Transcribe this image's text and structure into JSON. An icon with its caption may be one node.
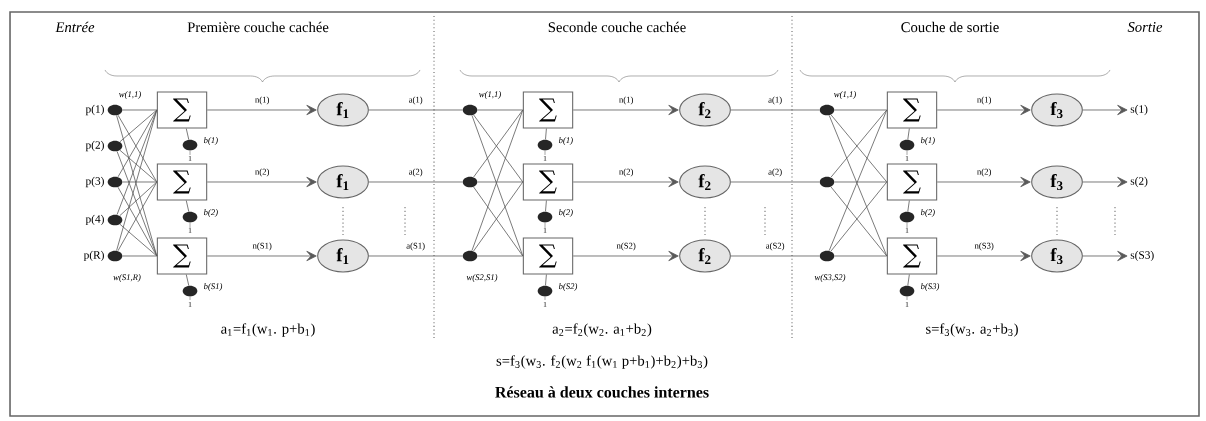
{
  "diagram": {
    "caption": "Réseau à deux couches internes",
    "nodes": [
      {
        "text": [],
        "shape": "circle",
        "beside": [
          "p(1)"
        ]
      },
      {
        "text": [],
        "shape": "circle",
        "beside": [
          "p(2)"
        ]
      },
      {
        "text": [],
        "shape": "circle",
        "beside": [
          "p(3)"
        ]
      },
      {
        "text": [],
        "shape": "circle",
        "beside": [
          "p(4)"
        ]
      },
      {
        "text": [],
        "shape": "circle",
        "beside": [
          "p(R)"
        ]
      },
      {
        "text": [
          "∑"
        ]
      },
      {
        "text": [
          "∑"
        ]
      },
      {
        "text": [
          "∑"
        ]
      },
      {
        "text": [],
        "shape": "circle",
        "beside": [
          "b(1)",
          "1"
        ]
      },
      {
        "text": [],
        "shape": "circle",
        "beside": [
          "b(2)",
          "1"
        ]
      },
      {
        "text": [],
        "shape": "circle",
        "beside": [
          "b(S1)",
          "1"
        ]
      },
      {
        "text": [
          "f$_{1}$"
        ]
      },
      {
        "text": [
          "f$_{1}$"
        ]
      },
      {
        "text": [
          "f$_{1}$"
        ]
      },
      {
        "text": [],
        "shape": "circle"
      },
      {
        "text": [],
        "shape": "circle"
      },
      {
        "text": [],
        "shape": "circle"
      },
      {
        "text": [
          "∑"
        ]
      },
      {
        "text": [
          "∑"
        ]
      },
      {
        "text": [
          "∑"
        ]
      },
      {
        "text": [],
        "shape": "circle",
        "beside": [
          "b(1)",
          "1"
        ]
      },
      {
        "text": [],
        "shape": "circle",
        "beside": [
          "b(2)",
          "1"
        ]
      },
      {
        "text": [],
        "shape": "circle",
        "beside": [
          "b(S2)",
          "1"
        ]
      },
      {
        "text": [
          "f$_{2}$"
        ]
      },
      {
        "text": [
          "f$_{2}$"
        ]
      },
      {
        "text": [
          "f$_{2}$"
        ]
      },
      {
        "text": [],
        "shape": "circle"
      },
      {
        "text": [],
        "shape": "circle"
      },
      {
        "text": [],
        "shape": "circle"
      },
      {
        "text": [
          "∑"
        ]
      },
      {
        "text": [
          "∑"
        ]
      },
      {
        "text": [
          "∑"
        ]
      },
      {
        "text": [],
        "shape": "circle",
        "beside": [
          "b(1)",
          "1"
        ]
      },
      {
        "text": [],
        "shape": "circle",
        "beside": [
          "b(2)",
          "1"
        ]
      },
      {
        "text": [],
        "shape": "circle",
        "beside": [
          "b(S3)",
          "1"
        ]
      },
      {
        "text": [
          "f$_{3}$"
        ]
      },
      {
        "text": [
          "f$_{3}$"
        ]
      },
      {
        "text": [
          "f$_{3}$"
        ]
      },
      {
        "text": [
          "s(1)"
        ]
      },
      {
        "text": [
          "s(2)"
        ]
      },
      {
        "text": [
          "s(S3)"
        ]
      }
    ],
    "edges": [
      {
        "from": 0,
        "to": 5,
        "arrow": "none"
      },
      {
        "from": 0,
        "to": 6,
        "arrow": "none"
      },
      {
        "from": 0,
        "to": 7,
        "arrow": "none"
      },
      {
        "from": 1,
        "to": 5,
        "arrow": "none"
      },
      {
        "from": 1,
        "to": 6,
        "arrow": "none"
      },
      {
        "from": 1,
        "to": 7,
        "arrow": "none"
      },
      {
        "from": 2,
        "to": 5,
        "arrow": "none"
      },
      {
        "from": 2,
        "to": 6,
        "arrow": "none"
      },
      {
        "from": 2,
        "to": 7,
        "arrow": "none"
      },
      {
        "from": 3,
        "to": 5,
        "arrow": "none"
      },
      {
        "from": 3,
        "to": 6,
        "arrow": "none"
      },
      {
        "from": 3,
        "to": 7,
        "arrow": "none"
      },
      {
        "from": 4,
        "to": 5,
        "arrow": "none"
      },
      {
        "from": 4,
        "to": 6,
        "arrow": "none"
      },
      {
        "from": 4,
        "to": 7,
        "arrow": "none"
      },
      {
        "from": 8,
        "to": 5,
        "arrow": "none"
      },
      {
        "from": 9,
        "to": 6,
        "arrow": "none"
      },
      {
        "from": 10,
        "to": 7,
        "arrow": "none"
      },
      {
        "from": 5,
        "to": 11,
        "arrow": "to",
        "label": "n(1)"
      },
      {
        "from": 6,
        "to": 12,
        "arrow": "to",
        "label": "n(2)"
      },
      {
        "from": 7,
        "to": 13,
        "arrow": "to",
        "label": "n(S1)"
      },
      {
        "from": 11,
        "to": 14,
        "arrow": "none",
        "label": "a(1)"
      },
      {
        "from": 12,
        "to": 15,
        "arrow": "none",
        "label": "a(2)"
      },
      {
        "from": 13,
        "to": 16,
        "arrow": "none",
        "label": "a(S1)"
      },
      {
        "from": 14,
        "to": 17,
        "arrow": "none"
      },
      {
        "from": 14,
        "to": 18,
        "arrow": "none"
      },
      {
        "from": 14,
        "to": 19,
        "arrow": "none"
      },
      {
        "from": 15,
        "to": 17,
        "arrow": "none"
      },
      {
        "from": 15,
        "to": 18,
        "arrow": "none"
      },
      {
        "from": 15,
        "to": 19,
        "arrow": "none"
      },
      {
        "from": 16,
        "to": 17,
        "arrow": "none"
      },
      {
        "from": 16,
        "to": 18,
        "arrow": "none"
      },
      {
        "from": 16,
        "to": 19,
        "arrow": "none"
      },
      {
        "from": 20,
        "to": 17,
        "arrow": "none"
      },
      {
        "from": 21,
        "to": 18,
        "arrow": "none"
      },
      {
        "from": 22,
        "to": 19,
        "arrow": "none"
      },
      {
        "from": 17,
        "to": 23,
        "arrow": "to",
        "label": "n(1)"
      },
      {
        "from": 18,
        "to": 24,
        "arrow": "to",
        "label": "n(2)"
      },
      {
        "from": 19,
        "to": 25,
        "arrow": "to",
        "label": "n(S2)"
      },
      {
        "from": 23,
        "to": 26,
        "arrow": "none",
        "label": "a(1)"
      },
      {
        "from": 24,
        "to": 27,
        "arrow": "none",
        "label": "a(2)"
      },
      {
        "from": 25,
        "to": 28,
        "arrow": "none",
        "label": "a(S2)"
      },
      {
        "from": 26,
        "to": 29,
        "arrow": "none"
      },
      {
        "from": 26,
        "to": 30,
        "arrow": "none"
      },
      {
        "from": 26,
        "to": 31,
        "arrow": "none"
      },
      {
        "from": 27,
        "to": 29,
        "arrow": "none"
      },
      {
        "from": 27,
        "to": 30,
        "arrow": "none"
      },
      {
        "from": 27,
        "to": 31,
        "arrow": "none"
      },
      {
        "from": 28,
        "to": 29,
        "arrow": "none"
      },
      {
        "from": 28,
        "to": 30,
        "arrow": "none"
      },
      {
        "from": 28,
        "to": 31,
        "arrow": "none"
      },
      {
        "from": 32,
        "to": 29,
        "arrow": "none"
      },
      {
        "from": 33,
        "to": 30,
        "arrow": "none"
      },
      {
        "from": 34,
        "to": 31,
        "arrow": "none"
      },
      {
        "from": 29,
        "to": 35,
        "arrow": "to",
        "label": "n(1)"
      },
      {
        "from": 30,
        "to": 36,
        "arrow": "to",
        "label": "n(2)"
      },
      {
        "from": 31,
        "to": 37,
        "arrow": "to",
        "label": "n(S3)"
      },
      {
        "from": 35,
        "to": 38,
        "arrow": "to"
      },
      {
        "from": 36,
        "to": 39,
        "arrow": "to"
      },
      {
        "from": 37,
        "to": 40,
        "arrow": "to"
      }
    ],
    "labels": [
      "Entrée",
      "Première couche cachée",
      "Seconde couche cachée",
      "Couche de sortie",
      "Sortie",
      "w(1,1)",
      "w(1,1)",
      "w(1,1)",
      "w(S1,R)",
      "w(S2,S1)",
      "w(S3,S2)",
      "a$_{1}$=f$_{1}$(w$_{1}$. p+b$_{1}$)",
      "a$_{2}$=f$_{2}$(w$_{2}$. a$_{1}$+b$_{2}$)",
      "s=f$_{3}$(w$_{3}$. a$_{2}$+b$_{3}$)",
      "s=f$_{3}$(w$_{3}$. f$_{2}$(w$_{2}$ f$_{1}$(w$_{1}$ p+b$_{1}$)+b$_{2}$)+b$_{3}$)"
    ]
  }
}
